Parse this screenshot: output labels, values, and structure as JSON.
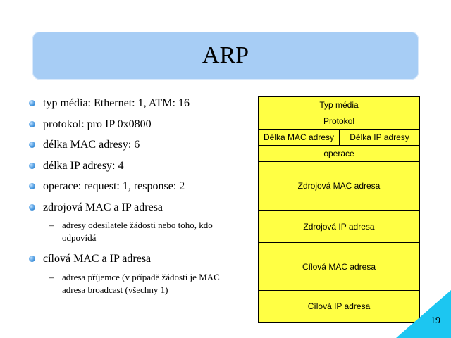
{
  "slide": {
    "title": "ARP",
    "page_number": "19"
  },
  "bullets": [
    "typ média: Ethernet: 1, ATM: 16",
    "protokol: pro IP 0x0800",
    "délka MAC adresy: 6",
    "délka IP adresy: 4",
    "operace: request: 1, response: 2",
    "zdrojová MAC a IP adresa",
    "cílová MAC a IP adresa"
  ],
  "sub_bullets": {
    "source": "adresy odesilatele žádosti nebo toho, kdo odpovídá",
    "target": "adresa příjemce (v případě žádosti je MAC adresa broadcast (všechny 1)"
  },
  "packet_fields": {
    "typ_media": "Typ média",
    "protokol": "Protokol",
    "delka_mac": "Délka MAC adresy",
    "delka_ip": "Délka IP adresy",
    "operace": "operace",
    "zdroj_mac": "Zdrojová MAC adresa",
    "zdroj_ip": "Zdrojová IP adresa",
    "cil_mac": "Cílová MAC adresa",
    "cil_ip": "Cílová IP adresa"
  },
  "colors": {
    "title_bg": "#a7cdf5",
    "table_bg": "#ffff44",
    "corner": "#1cc6f1",
    "bullet": "#4b9ae0"
  }
}
